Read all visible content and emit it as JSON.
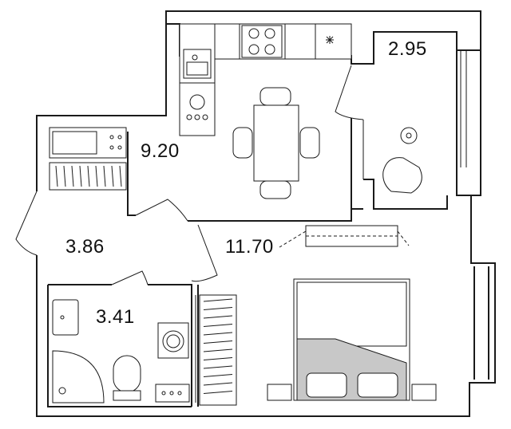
{
  "rooms": [
    {
      "id": "kitchen",
      "area": "9.20"
    },
    {
      "id": "balcony",
      "area": "2.95"
    },
    {
      "id": "hallway",
      "area": "3.86"
    },
    {
      "id": "living",
      "area": "11.70"
    },
    {
      "id": "bathroom",
      "area": "3.41"
    }
  ]
}
